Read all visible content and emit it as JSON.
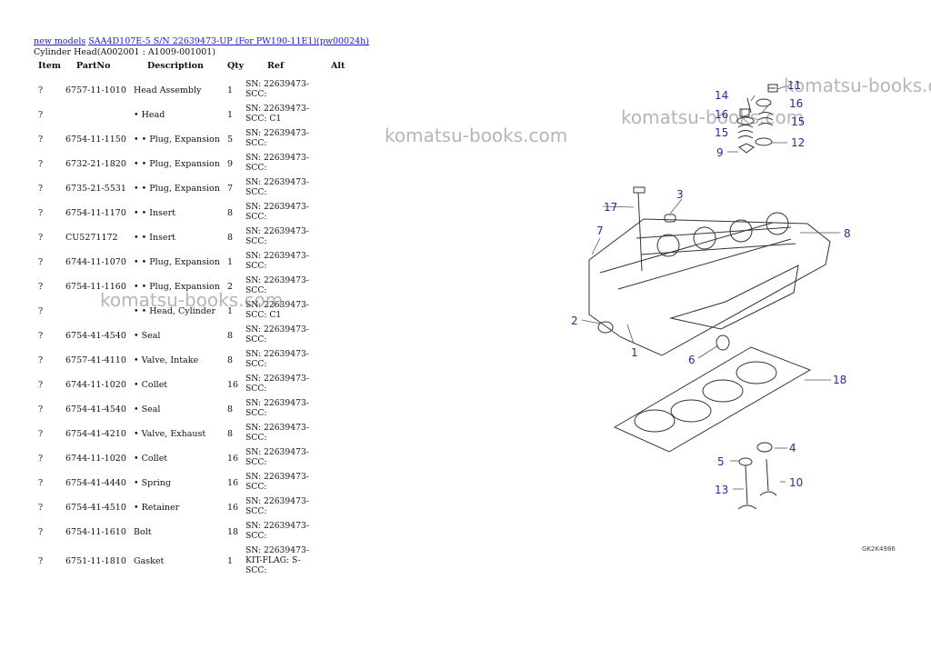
{
  "breadcrumb": {
    "link1": "new models",
    "link2": "SAA4D107E-5 S/N 22639473-UP (For PW190-11E1)(pw00024h)"
  },
  "subtitle": "Cylinder Head(A002001 : A1009-001001)",
  "table": {
    "headers": [
      "Item",
      "PartNo",
      "Description",
      "Qty",
      "Ref",
      "Alt"
    ],
    "rows": [
      {
        "item": "?",
        "part": "6757-11-1010",
        "desc": "Head Assembly",
        "qty": "1",
        "ref": [
          "SN: 22639473-",
          "SCC:"
        ]
      },
      {
        "item": "?",
        "part": "",
        "desc": "• Head",
        "qty": "1",
        "ref": [
          "SN: 22639473-",
          "SCC: C1"
        ]
      },
      {
        "item": "?",
        "part": "6754-11-1150",
        "desc": "• • Plug, Expansion",
        "qty": "5",
        "ref": [
          "SN: 22639473-",
          "SCC:"
        ]
      },
      {
        "item": "?",
        "part": "6732-21-1820",
        "desc": "• • Plug, Expansion",
        "qty": "9",
        "ref": [
          "SN: 22639473-",
          "SCC:"
        ]
      },
      {
        "item": "?",
        "part": "6735-21-5531",
        "desc": "• • Plug, Expansion",
        "qty": "7",
        "ref": [
          "SN: 22639473-",
          "SCC:"
        ]
      },
      {
        "item": "?",
        "part": "6754-11-1170",
        "desc": "• • Insert",
        "qty": "8",
        "ref": [
          "SN: 22639473-",
          "SCC:"
        ]
      },
      {
        "item": "?",
        "part": "CU5271172",
        "desc": "• • Insert",
        "qty": "8",
        "ref": [
          "SN: 22639473-",
          "SCC:"
        ]
      },
      {
        "item": "?",
        "part": "6744-11-1070",
        "desc": "• • Plug, Expansion",
        "qty": "1",
        "ref": [
          "SN: 22639473-",
          "SCC:"
        ]
      },
      {
        "item": "?",
        "part": "6754-11-1160",
        "desc": "• • Plug, Expansion",
        "qty": "2",
        "ref": [
          "SN: 22639473-",
          "SCC:"
        ]
      },
      {
        "item": "?",
        "part": "",
        "desc": "• • Head, Cylinder",
        "qty": "1",
        "ref": [
          "SN: 22639473-",
          "SCC: C1"
        ]
      },
      {
        "item": "?",
        "part": "6754-41-4540",
        "desc": "• Seal",
        "qty": "8",
        "ref": [
          "SN: 22639473-",
          "SCC:"
        ]
      },
      {
        "item": "?",
        "part": "6757-41-4110",
        "desc": "• Valve, Intake",
        "qty": "8",
        "ref": [
          "SN: 22639473-",
          "SCC:"
        ]
      },
      {
        "item": "?",
        "part": "6744-11-1020",
        "desc": "• Collet",
        "qty": "16",
        "ref": [
          "SN: 22639473-",
          "SCC:"
        ]
      },
      {
        "item": "?",
        "part": "6754-41-4540",
        "desc": "• Seal",
        "qty": "8",
        "ref": [
          "SN: 22639473-",
          "SCC:"
        ]
      },
      {
        "item": "?",
        "part": "6754-41-4210",
        "desc": "• Valve, Exhaust",
        "qty": "8",
        "ref": [
          "SN: 22639473-",
          "SCC:"
        ]
      },
      {
        "item": "?",
        "part": "6744-11-1020",
        "desc": "• Collet",
        "qty": "16",
        "ref": [
          "SN: 22639473-",
          "SCC:"
        ]
      },
      {
        "item": "?",
        "part": "6754-41-4440",
        "desc": "• Spring",
        "qty": "16",
        "ref": [
          "SN: 22639473-",
          "SCC:"
        ]
      },
      {
        "item": "?",
        "part": "6754-41-4510",
        "desc": "• Retainer",
        "qty": "16",
        "ref": [
          "SN: 22639473-",
          "SCC:"
        ]
      },
      {
        "item": "?",
        "part": "6754-11-1610",
        "desc": "Bolt",
        "qty": "18",
        "ref": [
          "SN: 22639473-",
          "SCC:"
        ]
      },
      {
        "item": "?",
        "part": "6751-11-1810",
        "desc": "Gasket",
        "qty": "1",
        "ref": [
          "SN: 22639473-",
          "KIT-FLAG: S-",
          "SCC:"
        ]
      }
    ]
  },
  "watermark": "komatsu-books.com",
  "diagram": {
    "code": "GK2K4986",
    "callouts": [
      "1",
      "2",
      "3",
      "4",
      "5",
      "6",
      "7",
      "8",
      "9",
      "10",
      "11",
      "12",
      "13",
      "14",
      "15",
      "16",
      "17",
      "18"
    ],
    "callout_color": "#1f2f9a"
  }
}
